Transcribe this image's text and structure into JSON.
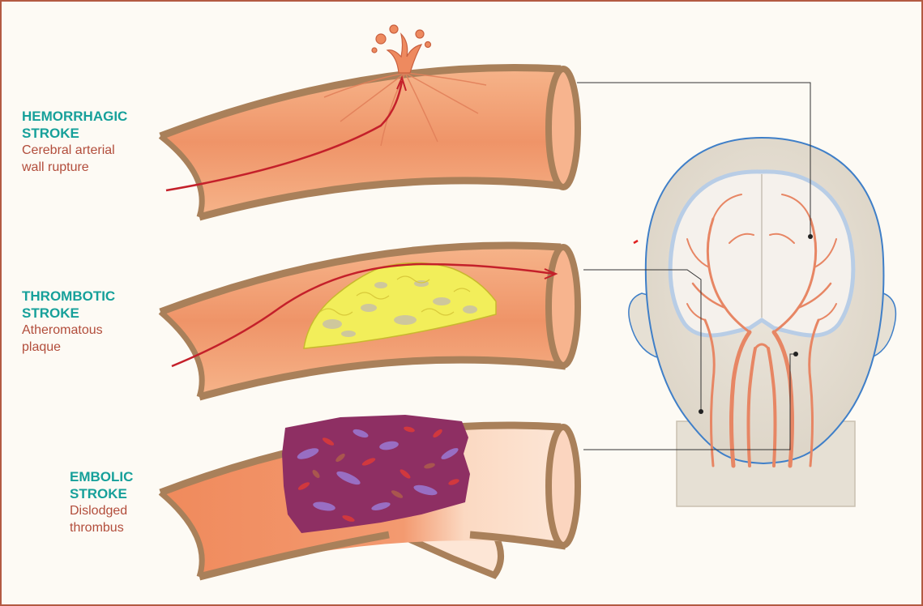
{
  "labels": {
    "hemorrhagic": {
      "title_line1": "HEMORRHAGIC",
      "title_line2": "STROKE",
      "desc_line1": "Cerebral arterial",
      "desc_line2": "wall rupture"
    },
    "thrombotic": {
      "title_line1": "THROMBOTIC",
      "title_line2": "STROKE",
      "desc_line1": "Atheromatous",
      "desc_line2": "plaque"
    },
    "embolic": {
      "title_line1": "EMBOLIC",
      "title_line2": "STROKE",
      "desc_line1": "Dislodged",
      "desc_line2": "thrombus"
    }
  },
  "colors": {
    "border": "#b35a42",
    "title": "#16a09a",
    "description": "#b24d3b",
    "vessel_fill": "#f19c74",
    "vessel_wall": "#a9805a",
    "blood_arrow": "#c4202a",
    "plaque": "#f2ee5a",
    "thrombus": "#8e2f63",
    "head_outline": "#3f7fc8",
    "brain_arteries": "#e78664"
  },
  "icons": [
    "artery-vessel-icon",
    "head-brain-icon",
    "rupture-splash-icon",
    "plaque-icon",
    "thrombus-icon"
  ]
}
